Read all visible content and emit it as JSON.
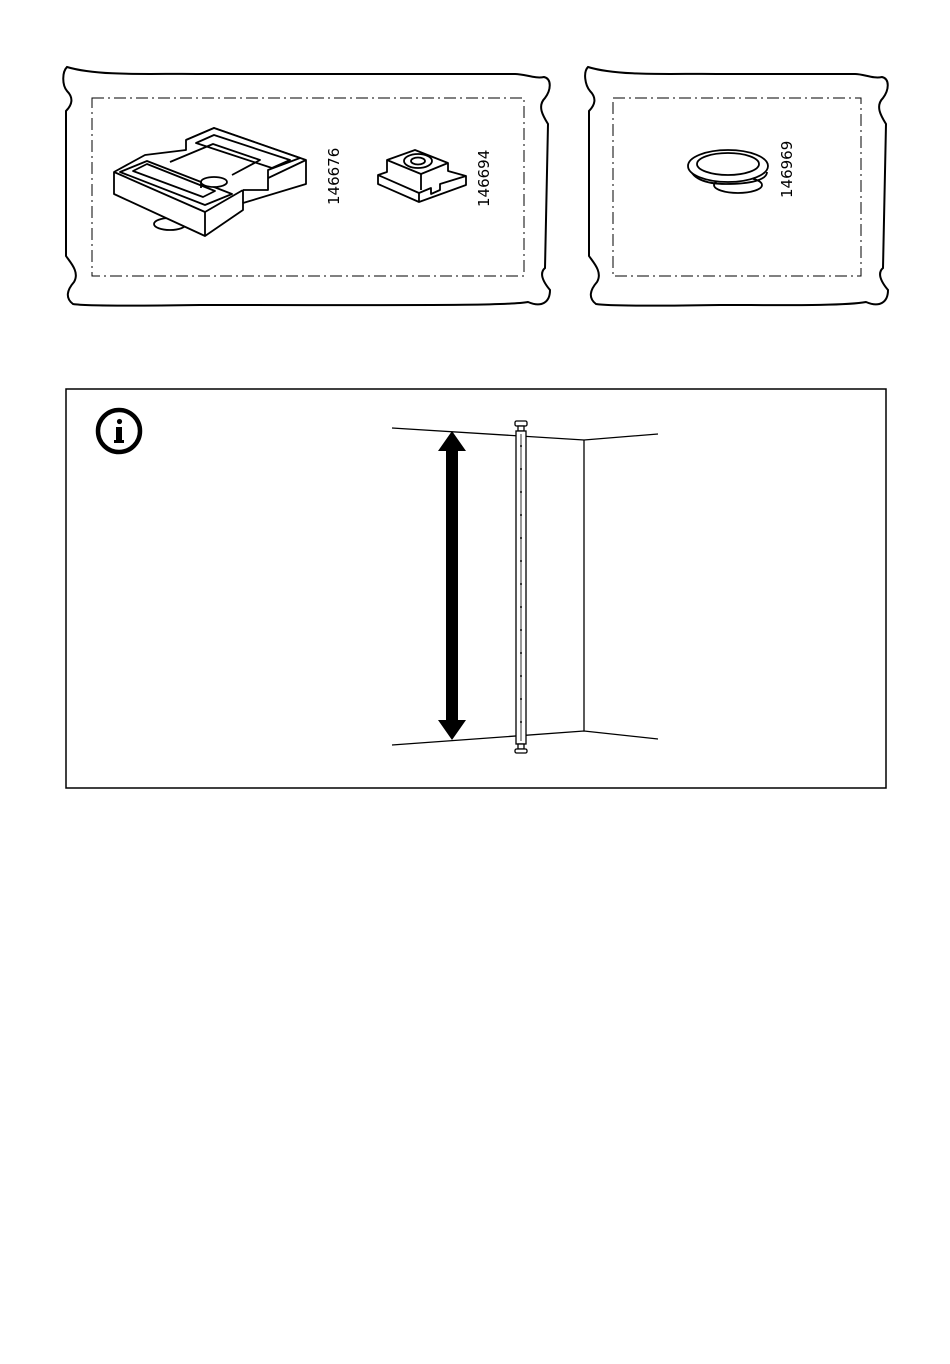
{
  "parts_bags": [
    {
      "items": [
        {
          "part_number": "146676",
          "icon": "double-u-bracket-icon"
        },
        {
          "part_number": "146694",
          "icon": "threaded-slide-nut-icon"
        }
      ]
    },
    {
      "items": [
        {
          "part_number": "146969",
          "icon": "oval-cap-icon"
        }
      ]
    }
  ],
  "info_panel": {
    "icon": "info-icon",
    "illustration": "floor-to-ceiling-post-height-icon"
  }
}
